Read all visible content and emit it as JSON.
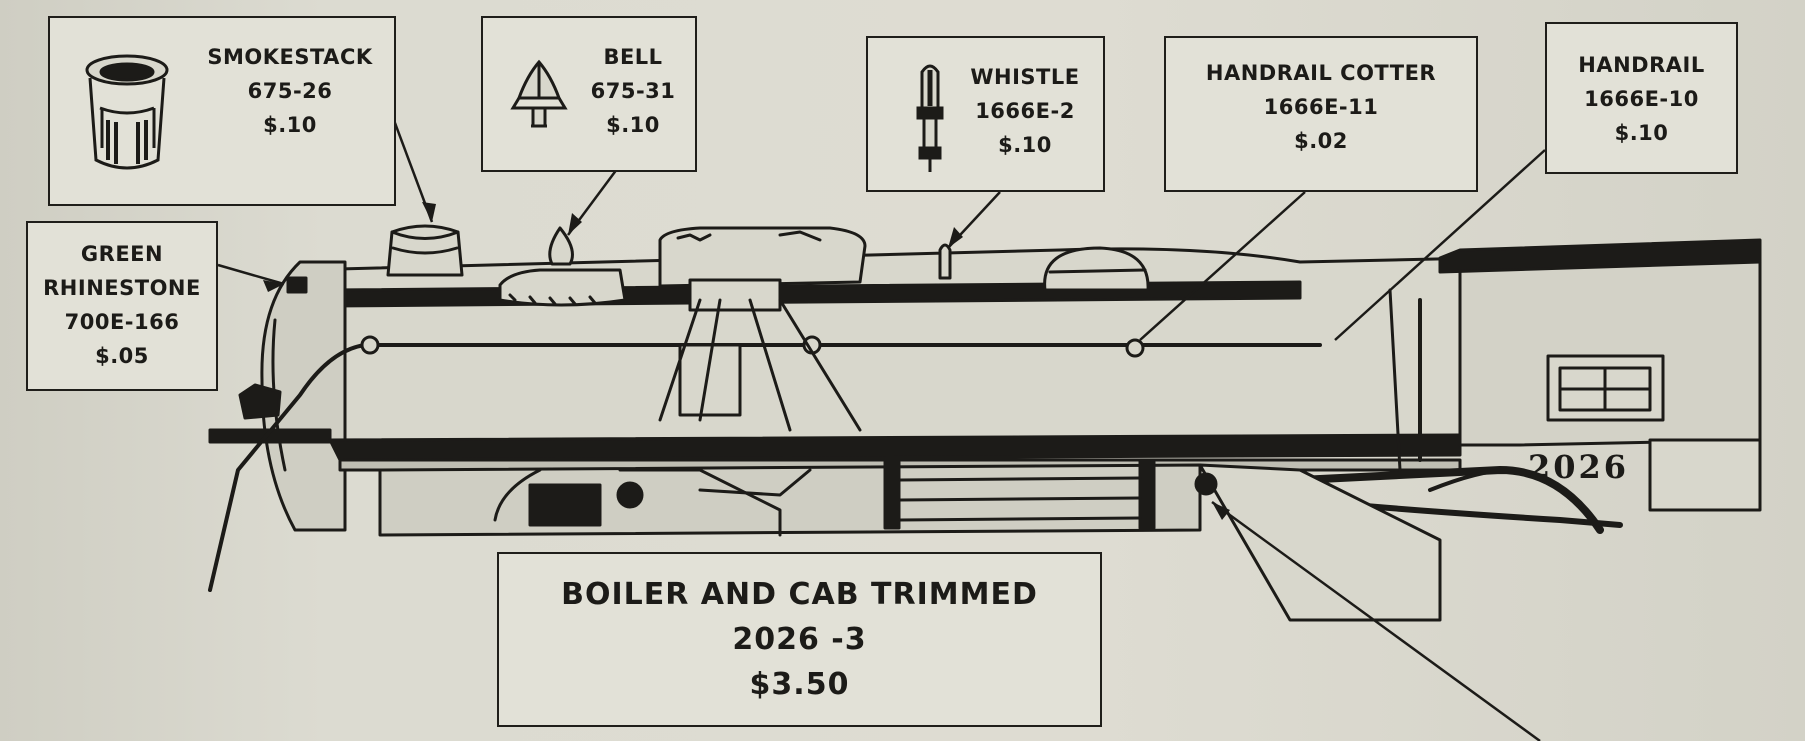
{
  "parts": {
    "smokestack": {
      "name": "SMOKESTACK",
      "part_number": "675-26",
      "price": "$.10",
      "icon": "smokestack-icon"
    },
    "bell": {
      "name": "BELL",
      "part_number": "675-31",
      "price": "$.10",
      "icon": "bell-icon"
    },
    "whistle": {
      "name": "WHISTLE",
      "part_number": "1666E-2",
      "price": "$.10",
      "icon": "whistle-icon"
    },
    "handrail_cotter": {
      "name": "HANDRAIL COTTER",
      "part_number": "1666E-11",
      "price": "$.02"
    },
    "handrail": {
      "name": "HANDRAIL",
      "part_number": "1666E-10",
      "price": "$.10"
    },
    "green_rhinestone": {
      "name_line1": "GREEN",
      "name_line2": "RHINESTONE",
      "part_number": "700E-166",
      "price": "$.05"
    }
  },
  "assembly": {
    "name": "BOILER AND CAB TRIMMED",
    "part_number": "2026 -3",
    "price": "$3.50"
  },
  "locomotive": {
    "cab_number": "2026"
  },
  "colors": {
    "ink": "#1c1b18",
    "paper": "#dad9ce",
    "box_fill": "#e2e1d7"
  }
}
